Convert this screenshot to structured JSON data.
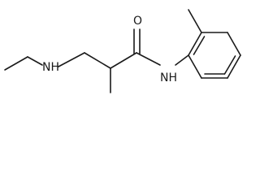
{
  "molecule": {
    "atom_labels": {
      "amine": "NH",
      "carbonyl_oxygen": "O",
      "amide": "NH"
    }
  }
}
